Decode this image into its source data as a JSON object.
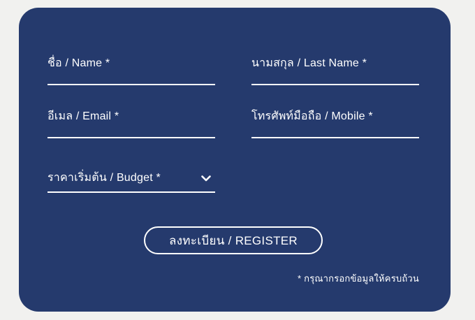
{
  "page": {
    "background_color": "#f1f1ef"
  },
  "card": {
    "background_color": "#253a6d",
    "text_color": "#ffffff"
  },
  "form": {
    "fields": [
      {
        "id": "name",
        "label": "ชื่อ / Name *",
        "value": "",
        "type": "text"
      },
      {
        "id": "last_name",
        "label": "นามสกุล / Last Name *",
        "value": "",
        "type": "text"
      },
      {
        "id": "email",
        "label": "อีเมล / Email *",
        "value": "",
        "type": "text"
      },
      {
        "id": "mobile",
        "label": "โทรศัพท์มือถือ / Mobile *",
        "value": "",
        "type": "text"
      },
      {
        "id": "budget",
        "label": "ราคาเริ่มต้น / Budget *",
        "value": "",
        "type": "select"
      }
    ],
    "submit_label": "ลงทะเบียน / REGISTER",
    "footnote": "* กรุณากรอกข้อมูลให้ครบถ้วน"
  },
  "icons": {
    "chevron_down": "chevron-down"
  }
}
